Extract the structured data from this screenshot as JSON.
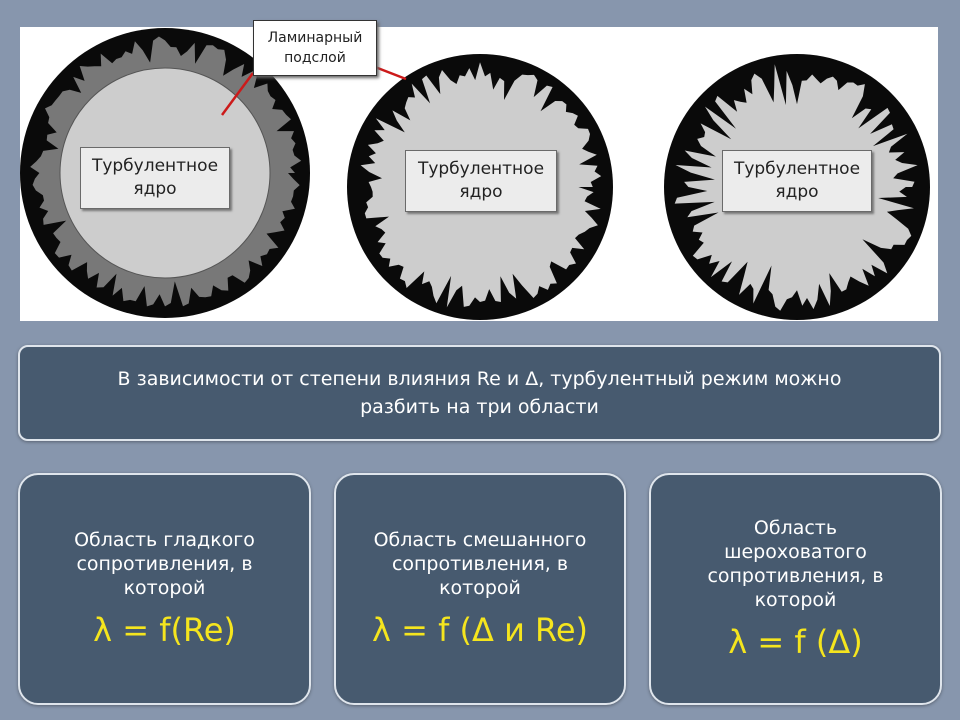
{
  "figure": {
    "callout": {
      "line1": "Ламинарный",
      "line2": "подслой"
    },
    "circles": [
      {
        "core_line1": "Турбулентное",
        "core_line2": "ядро"
      },
      {
        "core_line1": "Турбулентное",
        "core_line2": "ядро"
      },
      {
        "core_line1": "Турбулентное",
        "core_line2": "ядро"
      }
    ],
    "colors": {
      "wall": "#0a0a0a",
      "laminar_sublayer": "#787878",
      "core": "#cdcdcd",
      "callout_line": "#cc1a1a"
    }
  },
  "intro": {
    "line1": "В зависимости от степени влияния Re и  Δ, турбулентный режим можно",
    "line2": "разбить на три области"
  },
  "regions": [
    {
      "line1": "Область гладкого",
      "line2": "сопротивления, в",
      "line3": "которой",
      "formula": "λ = f(Re)"
    },
    {
      "line1": "Область смешанного",
      "line2": "сопротивления, в",
      "line3": "которой",
      "formula": "λ = f (Δ и Re)"
    },
    {
      "line1": "Область",
      "line2": "шероховатого",
      "line3": "сопротивления, в",
      "line4": "которой",
      "formula": "λ = f (Δ)"
    }
  ],
  "colors": {
    "background": "#8796ad",
    "box_fill": "#475a6f",
    "box_border": "#dfe5ec",
    "formula": "#f5e51e"
  }
}
